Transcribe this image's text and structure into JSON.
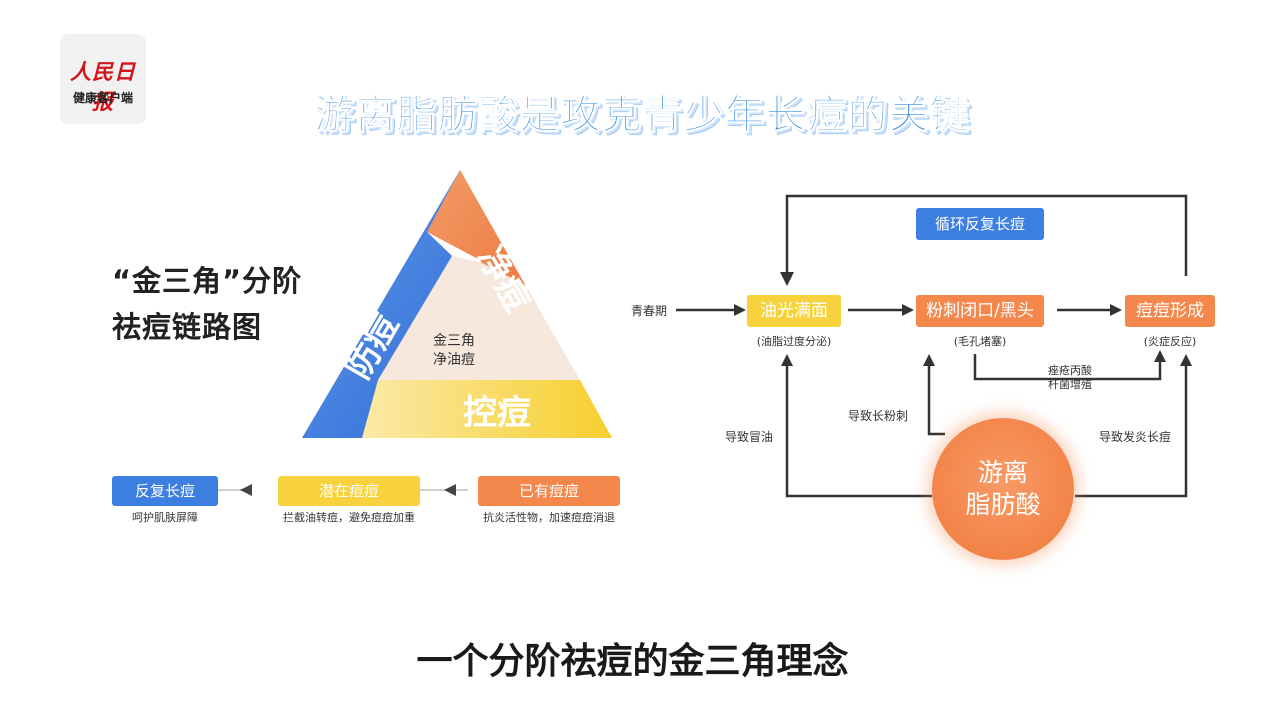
{
  "logo": {
    "name": "人民日报",
    "subtitle": "健康客户端"
  },
  "title": "游离脂肪酸是攻克青少年长痘的关键",
  "triangle": {
    "heading_line1": "“金三角”分阶",
    "heading_line2": "祛痘链路图",
    "left_label": "防痘",
    "right_label": "净痘",
    "bottom_label": "控痘",
    "center_line1": "金三角",
    "center_line2": "净油痘",
    "colors": {
      "blue": "#3d7fe0",
      "orange": "#f4874c",
      "yellow": "#f7d23c"
    }
  },
  "stages": [
    {
      "label": "反复长痘",
      "caption": "呵护肌肤屏障"
    },
    {
      "label": "潜在痘痘",
      "caption": "拦截油转痘，避免痘痘加重"
    },
    {
      "label": "已有痘痘",
      "caption": "抗炎活性物，加速痘痘消退"
    }
  ],
  "flow": {
    "loop_label": "循环反复长痘",
    "start": "青春期",
    "nodes": [
      {
        "label": "油光满面",
        "caption": "(油脂过度分泌)"
      },
      {
        "label": "粉刺闭口/黑头",
        "caption": "(毛孔堵塞)"
      },
      {
        "label": "痘痘形成",
        "caption": "(炎症反应)"
      }
    ],
    "bacteria_line1": "痤疮丙酸",
    "bacteria_line2": "杆菌增殖",
    "cause_oil": "导致冒油",
    "cause_comedone": "导致长粉刺",
    "cause_inflam": "导致发炎长痘",
    "core_line1": "游离",
    "core_line2": "脂肪酸"
  },
  "subtitle": "一个分阶祛痘的金三角理念"
}
